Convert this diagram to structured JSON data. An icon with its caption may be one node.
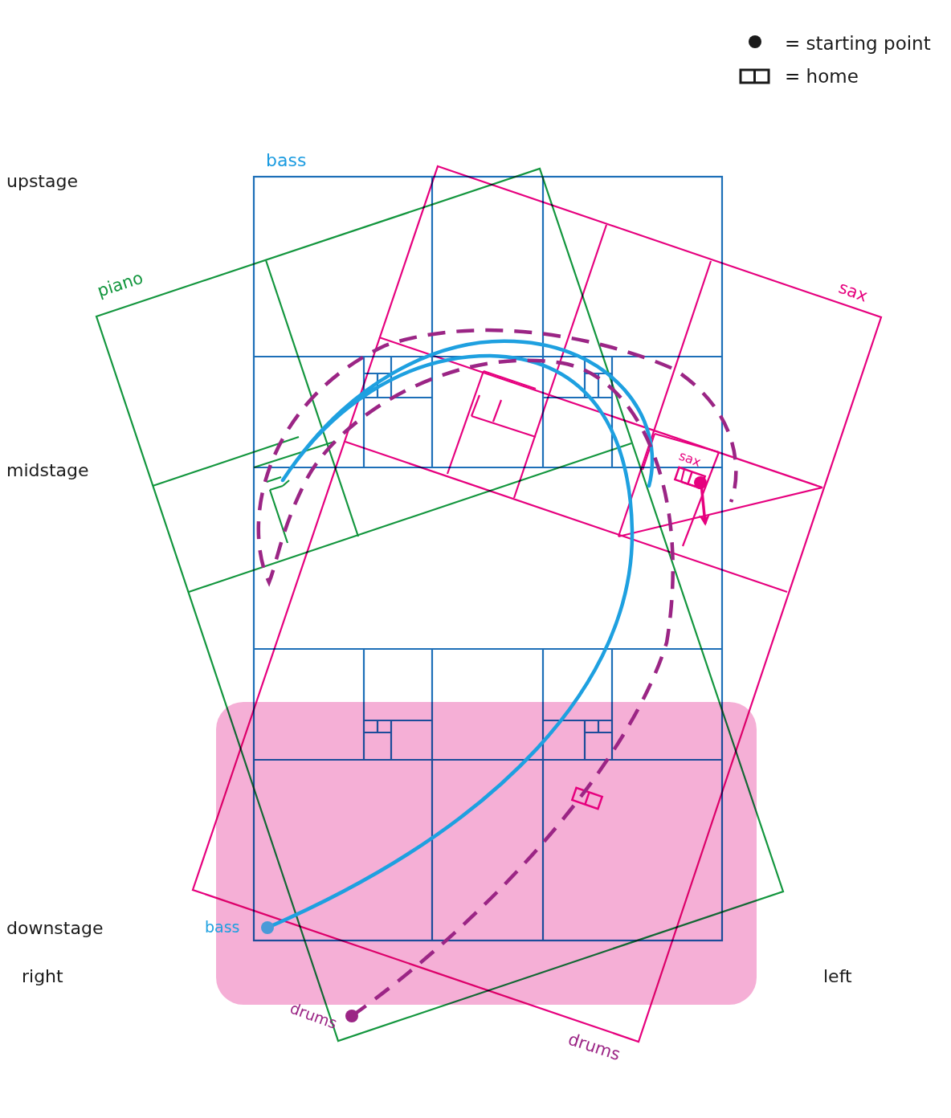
{
  "diagram": {
    "labels": [
      "upstage",
      "midstage",
      "downstage",
      "right",
      "left",
      "bass",
      "piano",
      "sax",
      "bass",
      "sax",
      "drums",
      "drums"
    ],
    "legend": [
      {
        "text": "= starting point"
      },
      {
        "text": "= home"
      }
    ]
  }
}
